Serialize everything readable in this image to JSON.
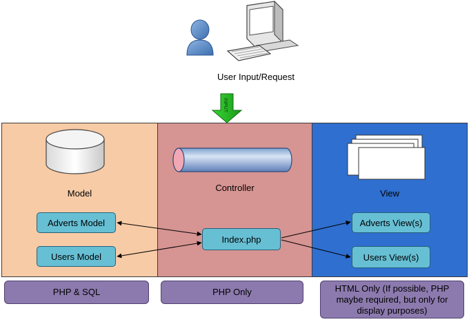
{
  "user": {
    "label": "User Input/Request"
  },
  "input_arrow": {
    "label": "INPUT"
  },
  "panels": {
    "model": {
      "title": "Model",
      "color": "#f7cba6"
    },
    "controller": {
      "title": "Controller",
      "color": "#d69492"
    },
    "view": {
      "title": "View",
      "color": "#2f6fd0"
    }
  },
  "boxes": {
    "adverts_model": "Adverts Model",
    "users_model": "Users Model",
    "index_php": "Index.php",
    "adverts_view": "Adverts View(s)",
    "users_view": "Users View(s)"
  },
  "tech": {
    "model": "PHP & SQL",
    "controller": "PHP Only",
    "view": "HTML Only (If possible, PHP maybe required, but only for display purposes)"
  },
  "colors": {
    "box_fill": "#67bfd4",
    "tech_fill": "#8c7aae",
    "arrow_green": "#21b31f"
  }
}
